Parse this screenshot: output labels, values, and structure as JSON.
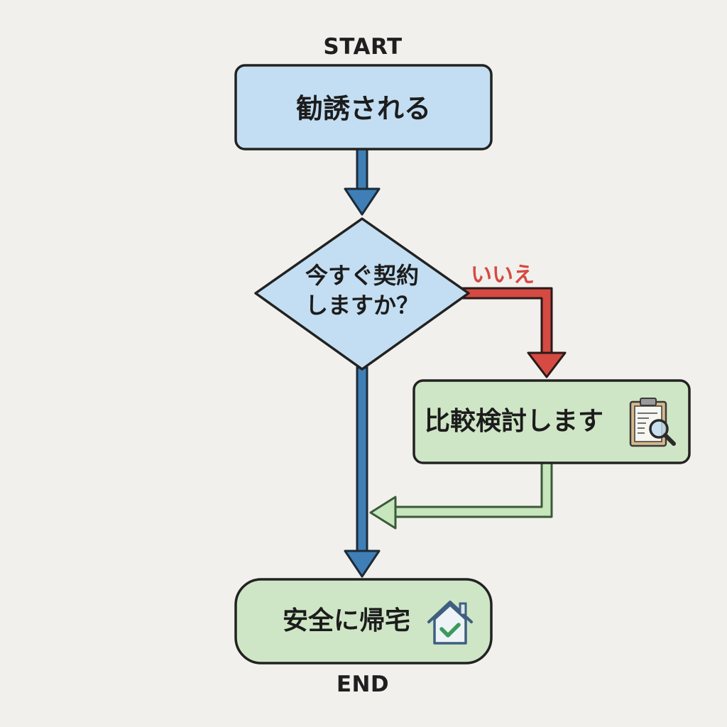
{
  "diagram": {
    "start_label": "START",
    "end_label": "END",
    "nodes": {
      "solicited": {
        "label": "勧誘される"
      },
      "decision": {
        "line1": "今すぐ契約",
        "line2": "しますか？"
      },
      "compare": {
        "label": "比較検討します"
      },
      "home": {
        "label": "安全に帰宅"
      }
    },
    "edges": {
      "no_branch": {
        "label": "いいえ"
      }
    },
    "icons": {
      "compare": "clipboard-magnifier-icon",
      "home": "house-check-icon"
    },
    "colors": {
      "process_fill": "#c3def2",
      "process_stroke": "#222222",
      "result_fill": "#cfe6c6",
      "main_arrow": "#3f7fb5",
      "no_arrow": "#d54a42",
      "return_arrow": "#c8e6bd",
      "background": "#f1f0ec"
    }
  }
}
